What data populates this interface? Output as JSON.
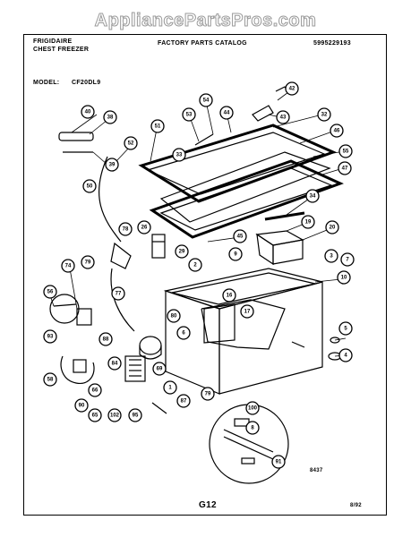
{
  "watermark": "AppliancePartsPros.com",
  "header": {
    "brand_line1": "FRIGIDAIRE",
    "brand_line2": "CHEST FREEZER",
    "catalog_title": "FACTORY PARTS CATALOG",
    "catalog_number": "5995229193",
    "model_label": "MODEL:",
    "model_value": "CF20DL9"
  },
  "footer": {
    "page_code": "G12",
    "date_code": "8/92",
    "drawing_number": "8437"
  },
  "callouts": [
    "40",
    "38",
    "39",
    "52",
    "51",
    "50",
    "53",
    "54",
    "44",
    "42",
    "43",
    "32",
    "46",
    "33",
    "55",
    "47",
    "34",
    "19",
    "20",
    "45",
    "78",
    "26",
    "29",
    "2",
    "9",
    "3",
    "7",
    "10",
    "74",
    "79",
    "77",
    "56",
    "16",
    "17",
    "80",
    "6",
    "93",
    "88",
    "84",
    "66",
    "58",
    "5",
    "4",
    "69",
    "65",
    "102",
    "95",
    "87",
    "90",
    "79",
    "100",
    "8",
    "91",
    "1"
  ]
}
